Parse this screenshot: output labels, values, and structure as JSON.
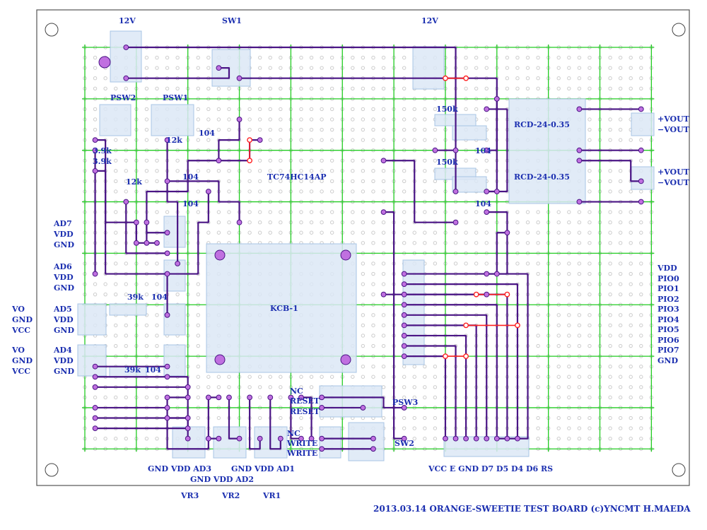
{
  "board": {
    "top_labels": {
      "supply_left": "12V",
      "switch_top": "SW1",
      "supply_right": "12V"
    },
    "switches": {
      "psw2": "PSW2",
      "psw1": "PSW1",
      "psw3": "PSW3",
      "sw2": "SW2"
    },
    "components": {
      "res_12k_a": "12k",
      "cap_104_a": "104",
      "res_3_9k_a": "3.9k",
      "res_3_9k_b": "3.9k",
      "res_12k_b": "12k",
      "cap_104_b": "104",
      "cap_104_c": "104",
      "ic_tc74": "TC74HC14AP",
      "res_150k_a": "150k",
      "cap_104_d": "104",
      "res_150k_b": "150k",
      "cap_104_e": "104",
      "dcdc_a": "RCD-24-0.35",
      "dcdc_b": "RCD-24-0.35",
      "kcb": "KCB-1",
      "res_39k_a": "39k",
      "cap_104_f": "104",
      "res_39k_b": "39k",
      "cap_104_g": "104"
    },
    "vout": [
      "+VOUT",
      "−VOUT",
      "+VOUT",
      "−VOUT"
    ],
    "ad7": [
      "AD7",
      "VDD",
      "GND"
    ],
    "ad6": [
      "AD6",
      "VDD",
      "GND"
    ],
    "ad5": [
      "AD5",
      "VDD",
      "GND"
    ],
    "ad4": [
      "AD4",
      "VDD",
      "GND"
    ],
    "vo_group_a": [
      "VO",
      "GND",
      "VCC"
    ],
    "vo_group_b": [
      "VO",
      "GND",
      "VCC"
    ],
    "pio": [
      "VDD",
      "PIO0",
      "PIO1",
      "PIO2",
      "PIO3",
      "PIO4",
      "PIO5",
      "PIO6",
      "PIO7",
      "GND"
    ],
    "reset": [
      "NC",
      "RESET",
      "RESET"
    ],
    "write": [
      "NC",
      "WRITE",
      "WRITE"
    ],
    "bottom": {
      "vr3_pins": "GND VDD AD3",
      "vr2_pins": "GND VDD AD2",
      "vr1_pins": "GND VDD AD1",
      "vr3": "VR3",
      "vr2": "VR2",
      "vr1": "VR1",
      "lcd_pins": "VCC E GND D7 D5 D4 D6 RS"
    },
    "footer": "2013.03.14 ORANGE-SWEETIE TEST BOARD (c)YNCMT H.MAEDA"
  },
  "colors": {
    "board_outline": "#555555",
    "grid_green": "#22cc22",
    "hole": "#cccccc",
    "part_fill": "#dce8f6",
    "part_stroke": "#a8c4e4",
    "wire": "#4a1585",
    "pad": "#c070e0",
    "jumper": "#ff2020",
    "text": "#1b2fb0"
  }
}
